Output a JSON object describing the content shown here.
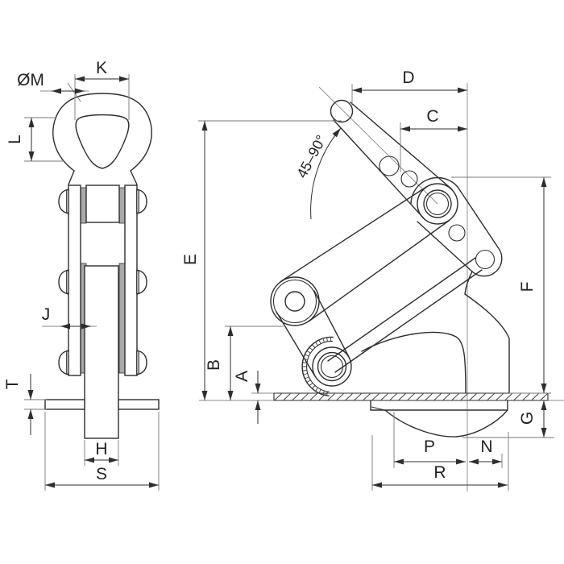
{
  "figure": {
    "kind": "technical-dimension-drawing",
    "views": [
      "front-view",
      "side-view"
    ],
    "line_color": "#2e2e2e",
    "background": "#ffffff"
  },
  "labels": {
    "K": "K",
    "M": "ØM",
    "L": "L",
    "J": "J",
    "T": "T",
    "H": "H",
    "S": "S",
    "D": "D",
    "C": "C",
    "angle": "45–90°",
    "E": "E",
    "B": "B",
    "A": "A",
    "F": "F",
    "G": "G",
    "P": "P",
    "N": "N",
    "R": "R"
  }
}
